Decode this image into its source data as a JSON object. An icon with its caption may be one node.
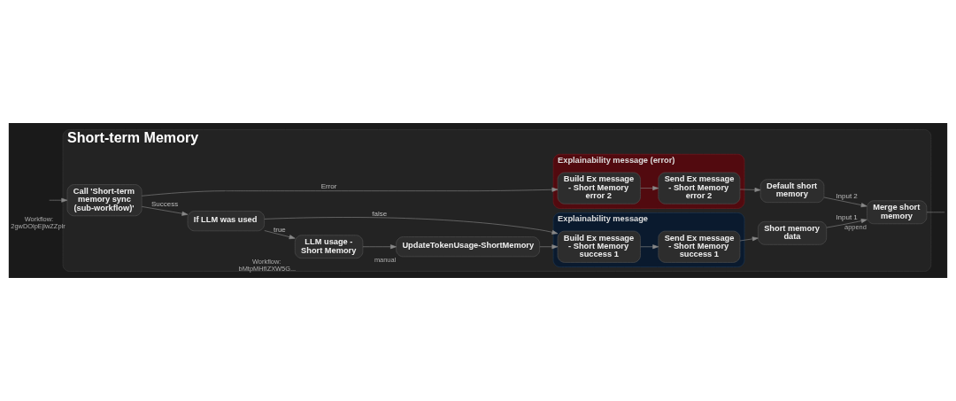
{
  "diagram": {
    "nodes": [
      {
        "text": [
          "Short-term Memory"
        ]
      },
      {
        "text": [
          "Call 'Short-term memory sync (sub-workflow)'"
        ],
        "beside": [
          "Workflow: 2gwDOlpEjlwZZplr"
        ],
        "in": 0
      },
      {
        "text": [
          "If LLM was used"
        ],
        "in": 0
      },
      {
        "text": [
          "LLM usage - Short Memory"
        ],
        "beside": [
          "Workflow: bMtpMHfIZXW5G..."
        ],
        "in": 0
      },
      {
        "text": [
          "UpdateTokenUsage-ShortMemory"
        ],
        "beside": [
          "manual"
        ],
        "in": 0
      },
      {
        "text": [
          "Explainability message"
        ],
        "in": 0
      },
      {
        "text": [
          "Build Ex message - Short Memory success 1"
        ],
        "in": 5
      },
      {
        "text": [
          "Send Ex message - Short Memory success 1"
        ],
        "in": 5
      },
      {
        "text": [
          "Short memory data"
        ],
        "in": 0
      },
      {
        "text": [
          "Merge short memory"
        ],
        "beside": [
          "append"
        ],
        "in": 0
      },
      {
        "text": [
          "Explainability message (error)"
        ],
        "in": 0
      },
      {
        "text": [
          "Build Ex message - Short Memory error 2"
        ],
        "in": 10
      },
      {
        "text": [
          "Send Ex message - Short Memory error 2"
        ],
        "in": 10
      },
      {
        "text": [
          "Default short memory"
        ],
        "in": 0
      }
    ],
    "edges": [
      {
        "from": null,
        "to": 1,
        "arrow": "to"
      },
      {
        "from": 1,
        "to": 2,
        "arrow": "to",
        "label": "Success"
      },
      {
        "from": 1,
        "to": 11,
        "arrow": "to",
        "label": "Error"
      },
      {
        "from": 2,
        "to": 3,
        "arrow": "to",
        "label": "true"
      },
      {
        "from": 2,
        "to": 6,
        "arrow": "to",
        "label": "false"
      },
      {
        "from": 3,
        "to": 4,
        "arrow": "to"
      },
      {
        "from": 4,
        "to": 6,
        "arrow": "to"
      },
      {
        "from": 6,
        "to": 7,
        "arrow": "to"
      },
      {
        "from": 7,
        "to": 8,
        "arrow": "to"
      },
      {
        "from": 8,
        "to": 9,
        "arrow": "to",
        "label": "Input 1"
      },
      {
        "from": 11,
        "to": 12,
        "arrow": "to"
      },
      {
        "from": 12,
        "to": 13,
        "arrow": "to"
      },
      {
        "from": 13,
        "to": 9,
        "arrow": "to",
        "label": "Input 2"
      },
      {
        "from": 9,
        "to": null,
        "arrow": "none"
      }
    ]
  }
}
